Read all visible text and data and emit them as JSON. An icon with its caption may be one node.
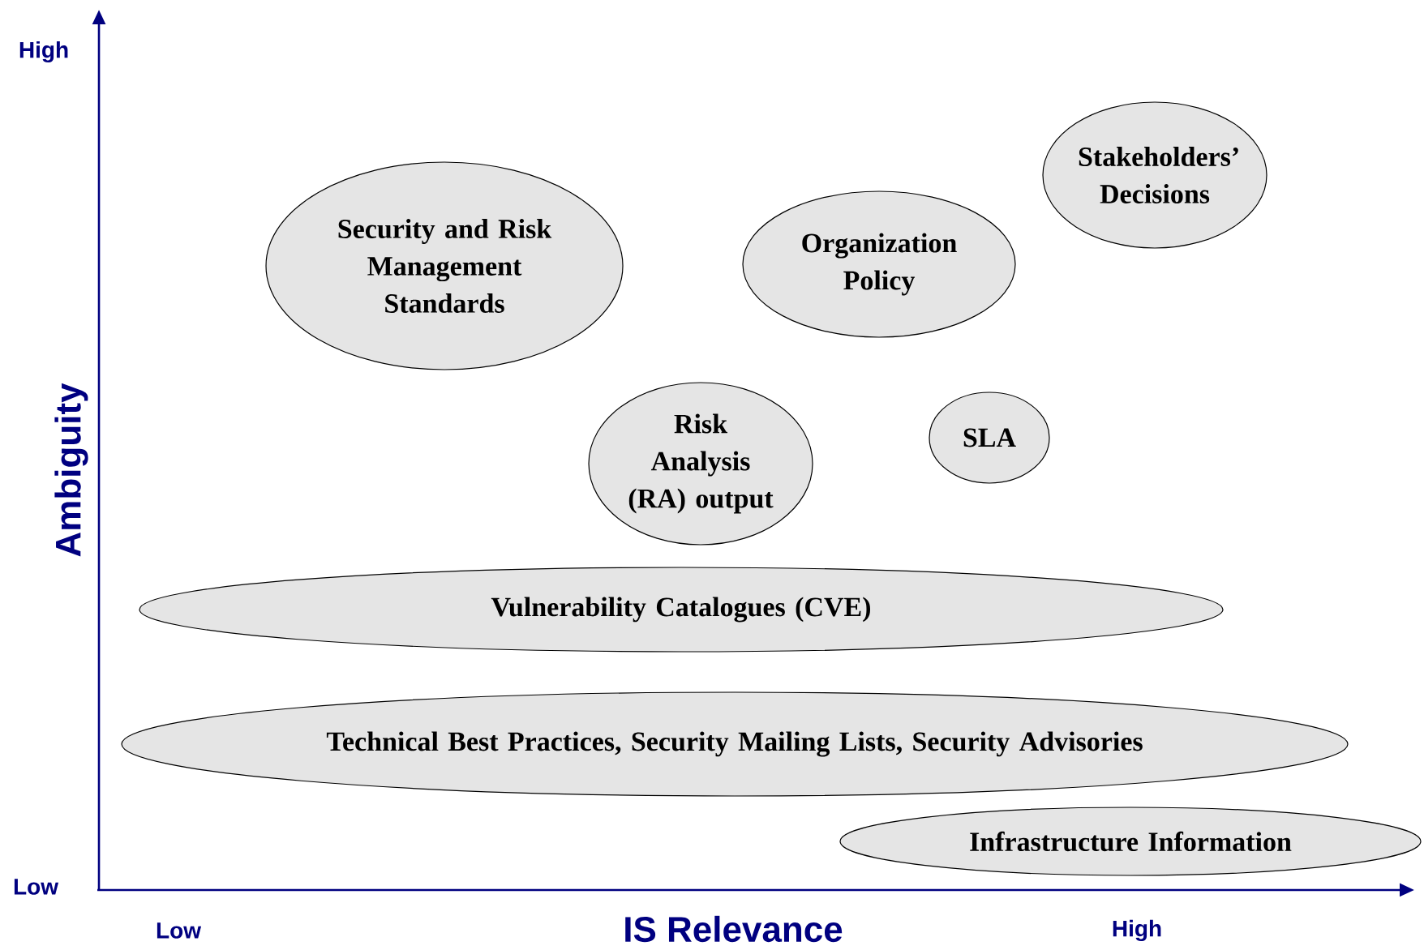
{
  "diagram": {
    "nodes": [
      {
        "text": [
          "Security and Risk Management Standards"
        ]
      },
      {
        "text": [
          "Organization Policy"
        ]
      },
      {
        "text": [
          "Stakeholders’ Decisions"
        ]
      },
      {
        "text": [
          "Risk Analysis (RA) output"
        ]
      },
      {
        "text": [
          "SLA"
        ]
      },
      {
        "text": [
          "Vulnerability Catalogues (CVE)"
        ]
      },
      {
        "text": [
          "Technical Best Practices, Security Mailing Lists, Security Advisories"
        ]
      },
      {
        "text": [
          "Infrastructure Information"
        ]
      }
    ],
    "labels": [
      "High",
      "Ambiguity",
      "Low",
      "Low",
      "IS Relevance",
      "High"
    ]
  }
}
